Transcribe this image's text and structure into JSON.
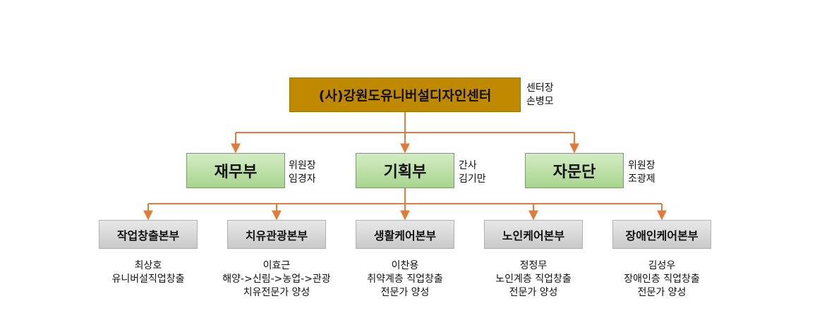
{
  "root": {
    "title": "(사)강원도유니버설디자인센터",
    "role": "센터장",
    "person": "손병모"
  },
  "departments": [
    {
      "name": "재무부",
      "role": "위원장",
      "person": "임경자"
    },
    {
      "name": "기획부",
      "role": "간사",
      "person": "김기만"
    },
    {
      "name": "자문단",
      "role": "위원장",
      "person": "조광제"
    }
  ],
  "divisions": [
    {
      "name": "작업창출본부",
      "head": "최상호",
      "lines": [
        "유니버설직업창출"
      ]
    },
    {
      "name": "치유관광본부",
      "head": "이효근",
      "lines": [
        "해양->신림->농업->관광",
        "치유전문가 양성"
      ]
    },
    {
      "name": "생활케어본부",
      "head": "이찬용",
      "lines": [
        "취약계층 직업창출",
        "전문가 양성"
      ]
    },
    {
      "name": "노인케어본부",
      "head": "정정무",
      "lines": [
        "노인계층 직업창출",
        "전문가 양성"
      ]
    },
    {
      "name": "장애인케어본부",
      "head": "김성우",
      "lines": [
        "장애인층 직업창출",
        "전문가 양성"
      ]
    }
  ],
  "colors": {
    "root_fill": "#c08a00",
    "department_fill": "#b8dca2",
    "division_fill": "#d6d6d6",
    "connector": "#e07b39"
  }
}
